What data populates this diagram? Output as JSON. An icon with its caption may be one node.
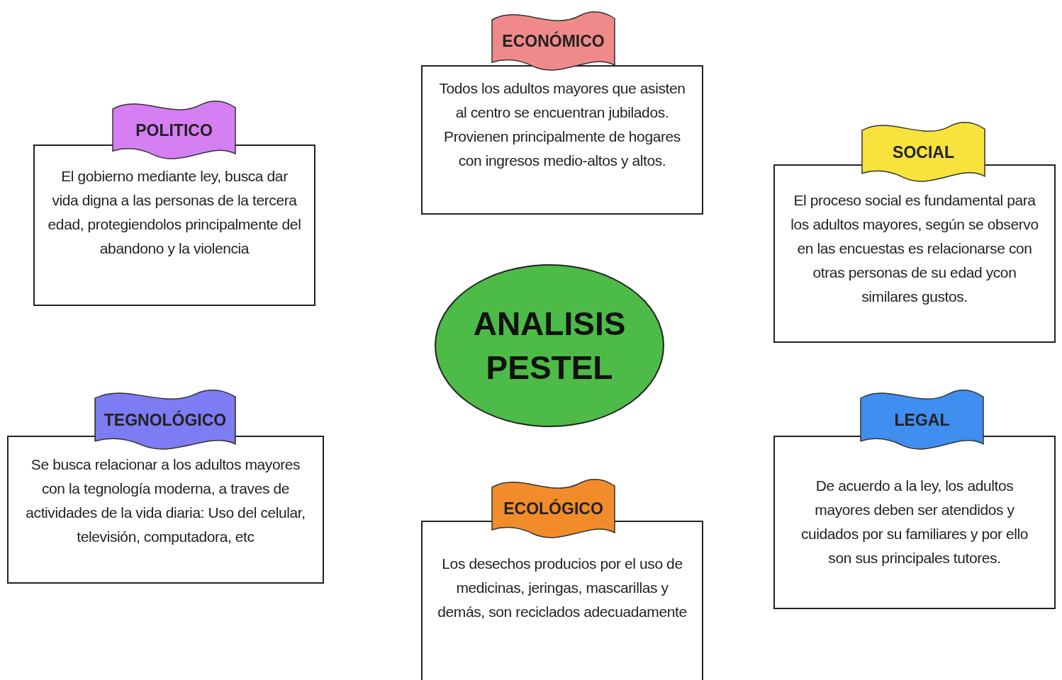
{
  "diagram": {
    "nodes": [
      {
        "text": [
          "ECONÓMICO",
          "Todos los adultos mayores que asisten al centro se encuentran jubilados. Provienen principalmente de hogares con ingresos medio-altos y altos."
        ]
      },
      {
        "text": [
          "POLITICO",
          "El gobierno mediante ley, busca dar vida digna a las personas de la tercera edad, protegiendolos principalmente del abandono y la violencia"
        ]
      },
      {
        "text": [
          "SOCIAL",
          "El proceso social es fundamental para los adultos mayores, según se observo en las encuestas es relacionarse con otras personas de su edad ycon similares gustos."
        ]
      },
      {
        "text": [
          "ANALISIS PESTEL"
        ]
      },
      {
        "text": [
          "TEGNOLÓGICO",
          "Se busca relacionar a los adultos mayores con la tegnología moderna, a traves de actividades de la vida diaria: Uso del celular, televisión, computadora, etc"
        ]
      },
      {
        "text": [
          "LEGAL",
          "De acuerdo a la ley, los adultos mayores deben ser atendidos y cuidados por su familiares y por ello son sus principales tutores."
        ]
      },
      {
        "text": [
          "ECOLÓGICO",
          "Los desechos producios por el uso de medicinas, jeringas, mascarillas y demás, son reciclados adecuadamente"
        ]
      }
    ]
  }
}
